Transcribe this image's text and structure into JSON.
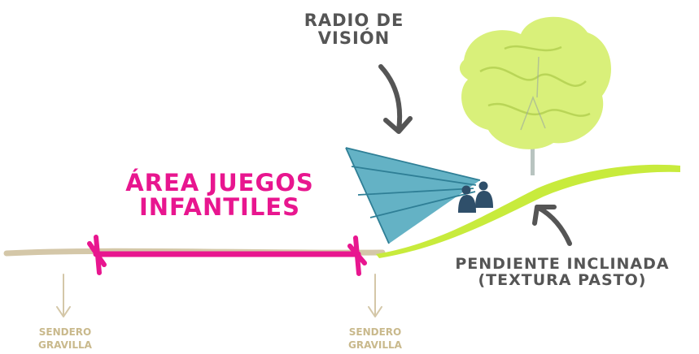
{
  "labels": {
    "radio": {
      "line1": "RADIO DE",
      "line2": "VISIÓN"
    },
    "area": {
      "line1": "ÁREA JUEGOS",
      "line2": "INFANTILES"
    },
    "pendiente": {
      "line1": "PENDIENTE INCLINADA",
      "line2": "(TEXTURA PASTO)"
    },
    "sendero_left": {
      "line1": "SENDERO",
      "line2": "GRAVILLA"
    },
    "sendero_right": {
      "line1": "SENDERO",
      "line2": "GRAVILLA"
    }
  },
  "colors": {
    "ground": "#d4c7a8",
    "magenta": "#e8168f",
    "grass": "#c8eb3c",
    "tree": "#d9f07a",
    "vision": "#4fa7bd",
    "arrow": "#555555",
    "sendero_text": "#c9b98c",
    "people": "#2f4f6a"
  }
}
